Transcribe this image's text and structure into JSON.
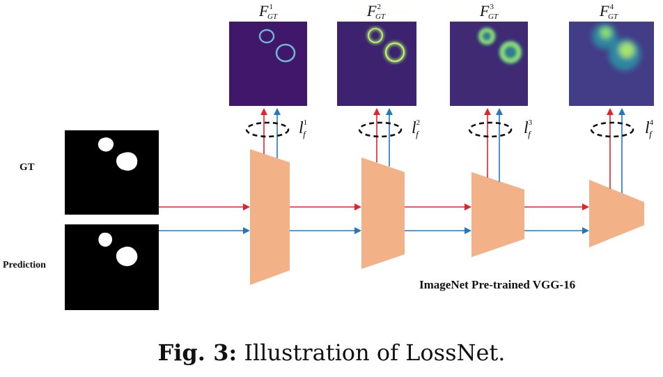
{
  "labels": {
    "gt": "GT",
    "prediction": "Prediction",
    "network": "ImageNet Pre-trained VGG-16"
  },
  "caption": {
    "prefix": "Fig. 3:",
    "text": " Illustration of LossNet."
  },
  "feature_maps": [
    {
      "base": "F",
      "sup": "1",
      "sub": "GT"
    },
    {
      "base": "F",
      "sup": "2",
      "sub": "GT"
    },
    {
      "base": "F",
      "sup": "3",
      "sub": "GT"
    },
    {
      "base": "F",
      "sup": "4",
      "sub": "GT"
    }
  ],
  "losses": [
    {
      "base": "l",
      "sup": "1",
      "sub": "f"
    },
    {
      "base": "l",
      "sup": "2",
      "sub": "f"
    },
    {
      "base": "l",
      "sup": "3",
      "sub": "f"
    },
    {
      "base": "l",
      "sup": "4",
      "sub": "f"
    }
  ],
  "colors": {
    "gt_arrow": "#e8202a",
    "pred_arrow": "#1f78c1",
    "encoder_block": "#f3b188",
    "feature_background": "#40176b",
    "mask_background": "#000000"
  }
}
